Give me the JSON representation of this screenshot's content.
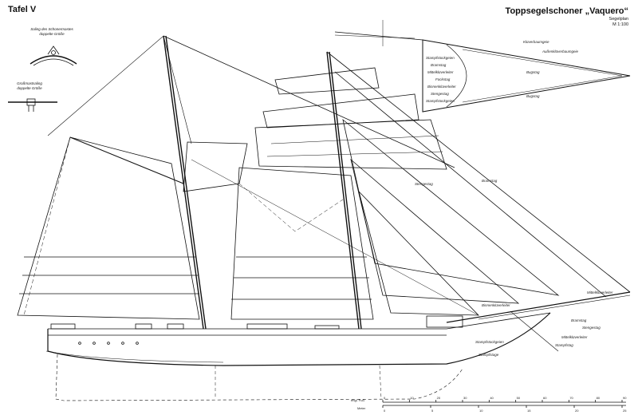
{
  "plate_label": "Tafel V",
  "title": "Toppsegelschoner „Vaquero“",
  "subtitle": "Segelplan",
  "scale": "M 1:100",
  "details": {
    "schonermast_caption_1": "Saling des Schonermastes",
    "schonermast_caption_2": "doppelte Größe",
    "grossmast_caption_1": "Großmastsaling",
    "grossmast_caption_2": "doppelte Größe"
  },
  "bow_inset_labels": {
    "left": [
      "Stampfstockgeien",
      "Bramstag",
      "Mittelklüverleiter",
      "Fockstag",
      "Binnenklüverleiter",
      "Stengestag",
      "Stampfstockgeien"
    ],
    "right": [
      "Klüverbaumgeie",
      "Außenklüverbaumgeie",
      "Bugstag",
      "Bugstag"
    ]
  },
  "rigging_labels": {
    "stengestag": "Stengestag",
    "bramstag": "Bramstag",
    "binnenkluever": "Binnenklüverleiter",
    "mittelkluever": "Mittelklüverleiter",
    "bramstag_2": "Bramstag",
    "stengestag_2": "Stengestag",
    "mittelkluever_2": "Mittelklüverleiter",
    "stampfstockgeien": "Stampfstockgeien",
    "stampfstage": "Stampfstage",
    "stampfstag": "Stampfstag"
  },
  "scale_bar": {
    "unit_top": "engl. Fuß",
    "unit_bottom": "Meter",
    "ticks_top": [
      "0",
      "10",
      "20",
      "30",
      "40",
      "50",
      "60",
      "70",
      "80",
      "90"
    ],
    "ticks_bottom": [
      "0",
      "5",
      "10",
      "15",
      "20",
      "25"
    ]
  }
}
